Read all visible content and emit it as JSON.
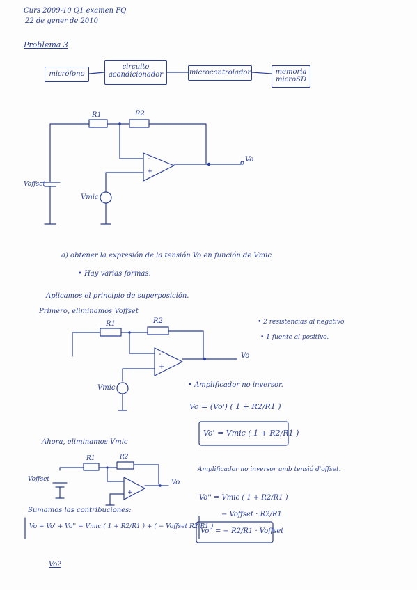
{
  "header": {
    "line1": "Curs 2009-10  Q1  examen FQ",
    "line2": "22 de gener de 2010"
  },
  "problem_title": "Problema 3",
  "block_diagram": {
    "blocks": [
      "micrófono",
      "circuito acondicionador",
      "microcontrolador",
      "memoria microSD"
    ]
  },
  "circuit1": {
    "r1": "R1",
    "r2": "R2",
    "vo": "Vo",
    "voffset": "Voffset",
    "vmic": "Vmic",
    "minus": "-",
    "plus": "+"
  },
  "question": {
    "a": "a) obtener la expresión de la tensión Vo en función de Vmic",
    "bullet": "• Hay varias formas."
  },
  "solution": {
    "superposition": "Aplicamos el principio de superposición.",
    "first_eliminate": "Primero, eliminamos Voffset",
    "note1": "• 2 resistencias al negativo",
    "note2": "• 1 fuente al positivo.",
    "amp_noninv": "• Amplificador no inversor.",
    "eq1": "Vo = (Vo') ( 1 + R2/R1 )",
    "eq1_boxed": "Vo' = Vmic ( 1 + R2/R1 )",
    "then_eliminate": "Ahora, eliminamos Vmic",
    "amp_offset": "Amplificador no inversor amb tensió d'offset.",
    "eq2_line1": "Vo'' = Vmic ( 1 + R2/R1 )",
    "eq2_line2": "− Voffset · R2/R1",
    "eq2_boxed": "Vo'' = − R2/R1 · Voffset",
    "sum_contrib": "Sumamos las contribuciones:",
    "final": "Vo = Vo' + Vo'' = Vmic ( 1 + R2/R1 ) + ( − Voffset R2/R1 )",
    "end": "Vo?"
  },
  "circuit2": {
    "r1": "R1",
    "r2": "R2",
    "vo": "Vo",
    "vmic": "Vmic",
    "minus": "-",
    "plus": "+"
  },
  "circuit3": {
    "r1": "R1",
    "r2": "R2",
    "vo": "Vo",
    "voffset": "Voffset",
    "minus": "-",
    "plus": "+"
  },
  "colors": {
    "ink": "#2a3f9a",
    "paper": "#fdfdfd"
  }
}
